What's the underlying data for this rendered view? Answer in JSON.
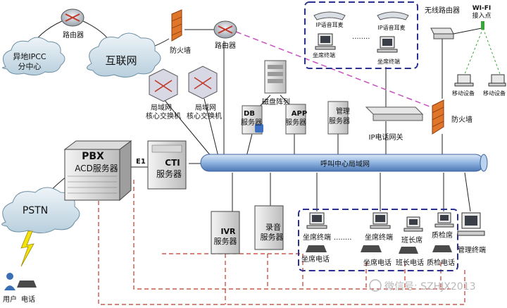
{
  "labels": {
    "remote_router": "路由器",
    "remote_ipcc_line1": "异地IPCC",
    "remote_ipcc_line2": "分中心",
    "internet": "互联网",
    "firewall_top": "防火墙",
    "router_main": "路由器",
    "ip_phone_1": "IP语音耳麦",
    "ip_phone_2": "IP语音耳麦",
    "remote_terminal_1": "坐席终端",
    "remote_terminal_2": "坐席终端",
    "wireless_router": "无线路由器",
    "wifi_line1": "WI-FI",
    "wifi_line2": "接入点",
    "mobile_1": "移动设备",
    "mobile_2": "移动设备",
    "firewall_right": "防火墙",
    "lan_switch_line1": "局域网",
    "lan_switch_line2": "核心交换机",
    "lan_switch2_line1": "局域网",
    "lan_switch2_line2": "核心交换机",
    "disk_array": "磁盘阵列",
    "db_line1": "DB",
    "db_line2": "服务器",
    "app_line1": "APP",
    "app_line2": "服务器",
    "mgmt_line1": "管理",
    "mgmt_line2": "服务器",
    "ip_gateway": "IP电话网关",
    "pbx_line1": "PBX",
    "pbx_line2": "ACD服务器",
    "e1": "E1",
    "cti_line1": "CTI",
    "cti_line2": "服务器",
    "lan_bus": "呼叫中心局域网",
    "pstn": "PSTN",
    "ivr_line1": "IVR",
    "ivr_line2": "服务器",
    "rec_line1": "录音",
    "rec_line2": "服务器",
    "agent_terminal_1": "坐席终端",
    "agent_terminal_2": "坐席终端",
    "leader_seat": "班长席",
    "qc_seat": "质检席",
    "mgmt_terminal": "管理终端",
    "agent_phone_1": "坐席电话",
    "agent_phone_2": "坐席电话",
    "leader_phone": "班长电话",
    "qc_phone": "质检电话",
    "user": "用户",
    "phone": "电话",
    "watermark": "微信号: SZHJX2013"
  },
  "colors": {
    "lan_bus": "#8fb3e0",
    "firewall": "#e0762a",
    "router": "#c9cfd6",
    "dash_blue": "#2b2f8f",
    "dash_red": "#c0392b",
    "dash_magenta": "#c850c0",
    "dash_green": "#3aa63a",
    "cloud": "#d6e4ee"
  }
}
